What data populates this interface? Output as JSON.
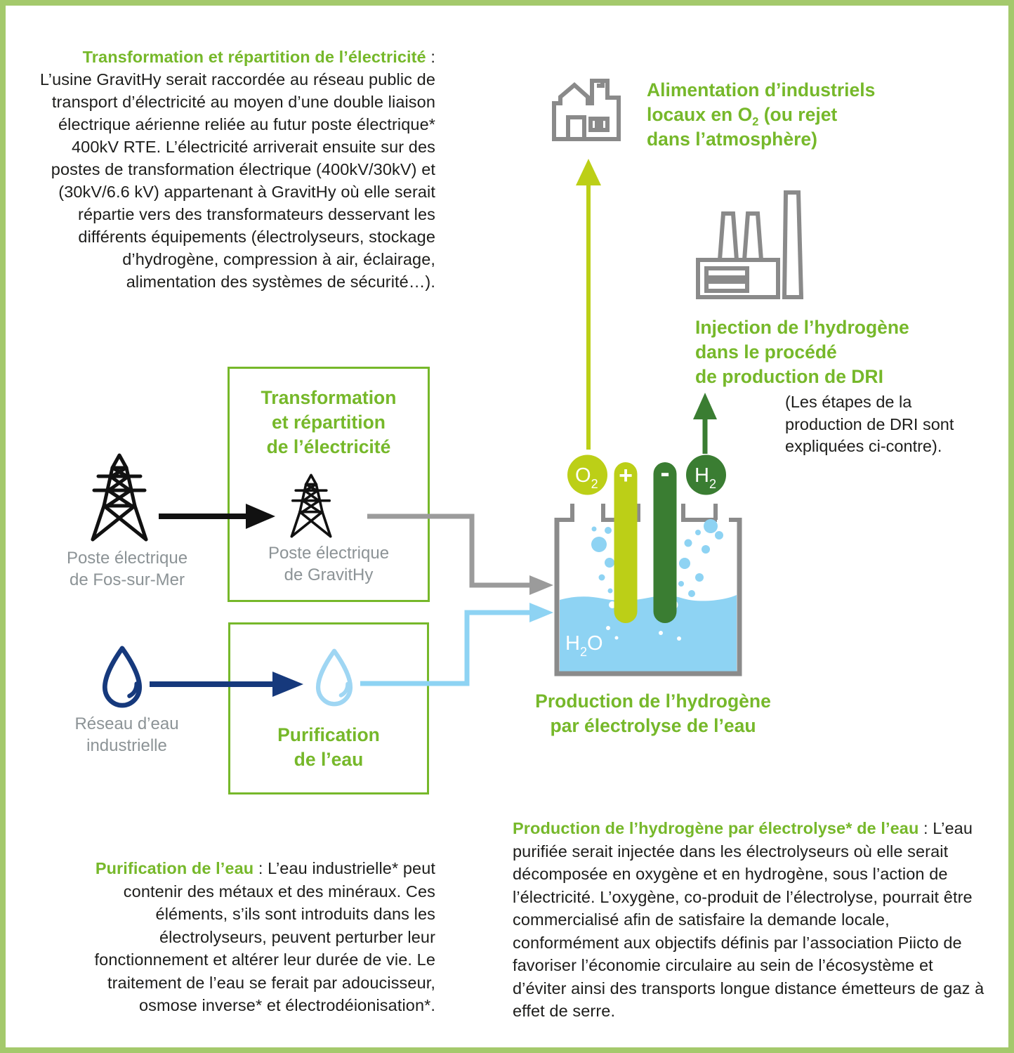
{
  "palette": {
    "green_text": "#76b82a",
    "frame_green": "#a4c96c",
    "chartreuse": "#bccf17",
    "dark_green": "#3a7d32",
    "light_blue": "#8ed3f3",
    "pale_blue_drop": "#9fd6f3",
    "navy": "#16397c",
    "icon_gray": "#8a8a8a",
    "label_gray": "#8c9396",
    "text_black": "#1d1d1b"
  },
  "top_left": {
    "lead": "Transformation et répartition de l’électricité",
    "sep": " : ",
    "body": "L’usine GravitHy serait raccordée au réseau public de transport d’électricité au moyen d’une double liaison électrique aérienne reliée au futur poste électrique* 400kV RTE. L’électricité arriverait ensuite sur des postes de transformation électrique (400kV/30kV) et (30kV/6.6 kV) appartenant à GravitHy où elle serait répartie vers des transformateurs desservant les différents équipements (électrolyseurs, stockage d’hydrogène, compression à air, éclairage, alimentation des systèmes de sécurité…)."
  },
  "oxygen_supply": {
    "line1": "Alimentation d’industriels",
    "line2a": "locaux en O",
    "line2sub": "2",
    "line2b": " (ou rejet",
    "line3": "dans l’atmosphère)"
  },
  "dri": {
    "title1": "Injection de l’hydrogène",
    "title2": "dans le procédé",
    "title3": "de production de DRI",
    "note1": "(Les étapes de la",
    "note2": "production de DRI sont",
    "note3": "expliquées ci-contre)."
  },
  "electricity": {
    "box_title1": "Transformation",
    "box_title2": "et répartition",
    "box_title3": "de l’électricité",
    "source_label1": "Poste électrique",
    "source_label2": "de Fos-sur-Mer",
    "station_label1": "Poste électrique",
    "station_label2": "de GravitHy"
  },
  "water": {
    "box_title1": "Purification",
    "box_title2": "de l’eau",
    "source_label1": "Réseau d’eau",
    "source_label2": "industrielle"
  },
  "electrolysis": {
    "o_symbol": "O",
    "o_sub": "2",
    "plus": "+",
    "minus": "-",
    "h_symbol": "H",
    "h_sub": "2",
    "h2o_h": "H",
    "h2o_sub": "2",
    "h2o_o": "O",
    "caption1": "Production de l’hydrogène",
    "caption2": "par électrolyse de l’eau"
  },
  "bottom_left": {
    "lead": "Purification de l’eau",
    "sep": " : ",
    "body": "L’eau industrielle* peut contenir des métaux et des minéraux. Ces éléments, s’ils sont introduits dans les électrolyseurs, peuvent perturber leur fonctionnement et altérer leur durée de vie. Le traitement de l’eau se ferait par adoucisseur, osmose inverse* et électrodéionisation*."
  },
  "bottom_right": {
    "lead": "Production de l’hydrogène par électrolyse* de l’eau",
    "sep": " : ",
    "body": "L’eau purifiée serait injectée dans les électrolyseurs où elle serait décomposée en oxygène et en hydrogène, sous l’action de l’électricité. L’oxygène, co-produit de l’électrolyse, pourrait être commercialisé afin de satisfaire la demande locale, conformément aux objectifs définis par l’association Piicto de favoriser l’économie circulaire au sein de l’écosystème et d’éviter ainsi des transports longue distance émetteurs de gaz à effet de serre."
  }
}
